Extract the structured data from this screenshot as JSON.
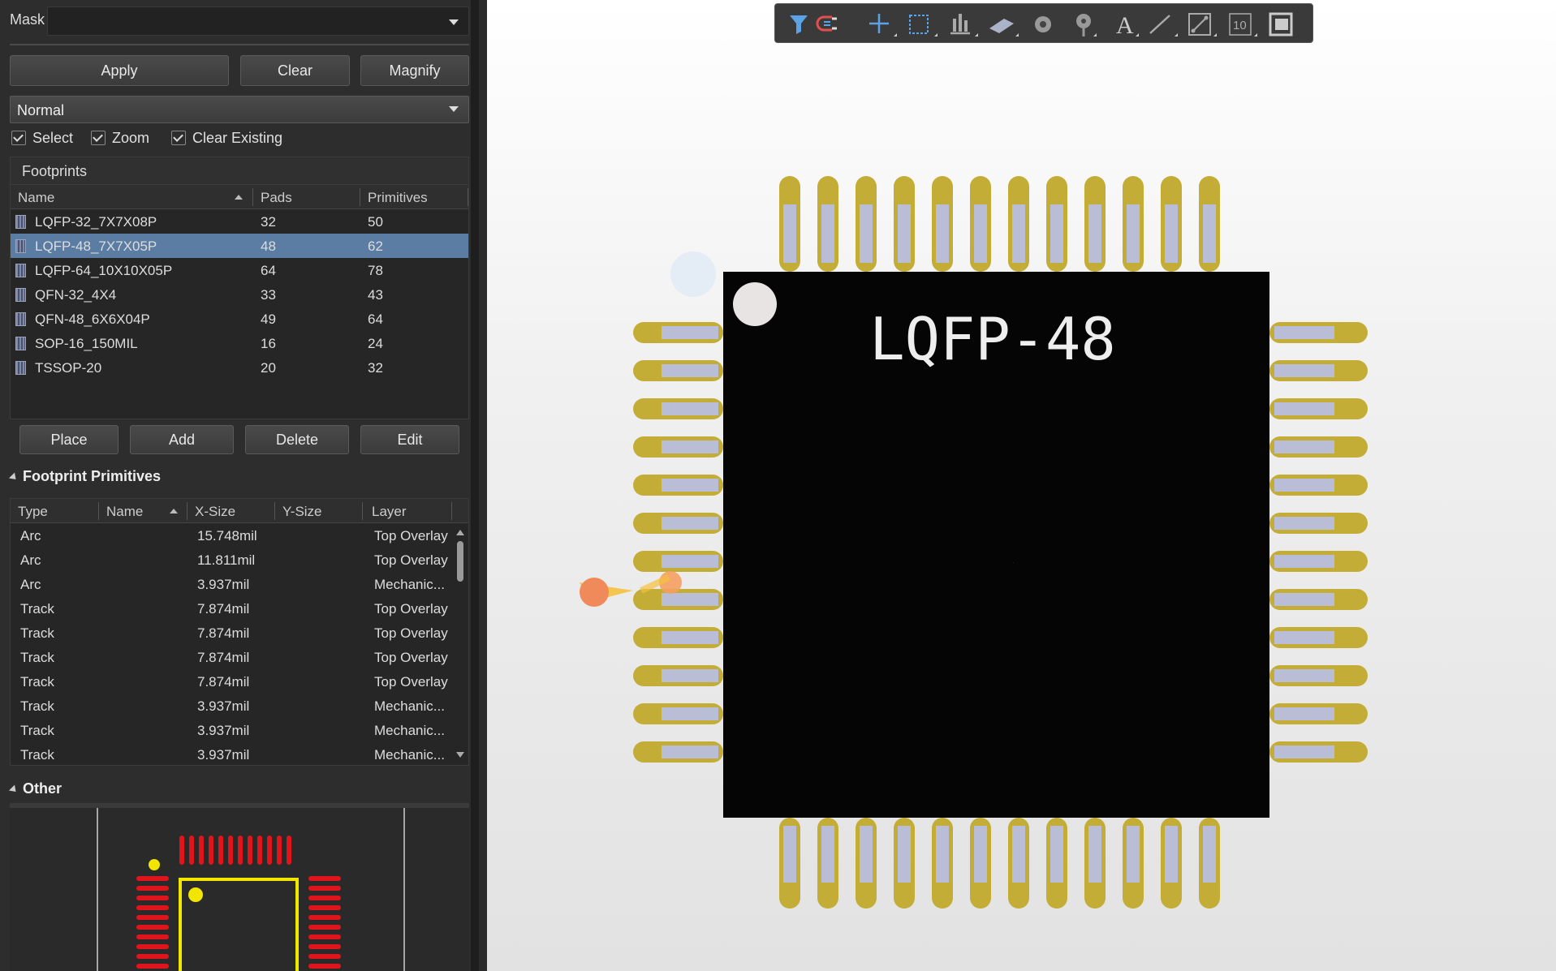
{
  "mask": {
    "label": "Mask",
    "value": ""
  },
  "actions": {
    "apply": "Apply",
    "clear": "Clear",
    "magnify": "Magnify"
  },
  "mode": {
    "selected": "Normal"
  },
  "options": {
    "select": "Select",
    "zoom": "Zoom",
    "clear_existing": "Clear Existing"
  },
  "footprints": {
    "title": "Footprints",
    "columns": {
      "name": "Name",
      "pads": "Pads",
      "primitives": "Primitives"
    },
    "rows": [
      {
        "name": "LQFP-32_7X7X08P",
        "pads": "32",
        "primitives": "50"
      },
      {
        "name": "LQFP-48_7X7X05P",
        "pads": "48",
        "primitives": "62"
      },
      {
        "name": "LQFP-64_10X10X05P",
        "pads": "64",
        "primitives": "78"
      },
      {
        "name": "QFN-32_4X4",
        "pads": "33",
        "primitives": "43"
      },
      {
        "name": "QFN-48_6X6X04P",
        "pads": "49",
        "primitives": "64"
      },
      {
        "name": "SOP-16_150MIL",
        "pads": "16",
        "primitives": "24"
      },
      {
        "name": "TSSOP-20",
        "pads": "20",
        "primitives": "32"
      }
    ],
    "buttons": {
      "place": "Place",
      "add": "Add",
      "delete": "Delete",
      "edit": "Edit"
    }
  },
  "primitives": {
    "title": "Footprint Primitives",
    "columns": {
      "type": "Type",
      "name": "Name",
      "xsize": "X-Size",
      "ysize": "Y-Size",
      "layer": "Layer"
    },
    "rows": [
      {
        "type": "Arc",
        "name": "",
        "xsize": "15.748mil",
        "ysize": "",
        "layer": "Top Overlay"
      },
      {
        "type": "Arc",
        "name": "",
        "xsize": "11.811mil",
        "ysize": "",
        "layer": "Top Overlay"
      },
      {
        "type": "Arc",
        "name": "",
        "xsize": "3.937mil",
        "ysize": "",
        "layer": "Mechanic..."
      },
      {
        "type": "Track",
        "name": "",
        "xsize": "7.874mil",
        "ysize": "",
        "layer": "Top Overlay"
      },
      {
        "type": "Track",
        "name": "",
        "xsize": "7.874mil",
        "ysize": "",
        "layer": "Top Overlay"
      },
      {
        "type": "Track",
        "name": "",
        "xsize": "7.874mil",
        "ysize": "",
        "layer": "Top Overlay"
      },
      {
        "type": "Track",
        "name": "",
        "xsize": "7.874mil",
        "ysize": "",
        "layer": "Top Overlay"
      },
      {
        "type": "Track",
        "name": "",
        "xsize": "3.937mil",
        "ysize": "",
        "layer": "Mechanic..."
      },
      {
        "type": "Track",
        "name": "",
        "xsize": "3.937mil",
        "ysize": "",
        "layer": "Mechanic..."
      },
      {
        "type": "Track",
        "name": "",
        "xsize": "3.937mil",
        "ysize": "",
        "layer": "Mechanic..."
      }
    ]
  },
  "other": {
    "title": "Other"
  },
  "canvas": {
    "chip_label": "LQFP-48",
    "pins_per_side": 12,
    "colors": {
      "body": "#050505",
      "pad": "#c3ad36",
      "lead": "#b9bdd6",
      "background": "#f2f2f2"
    }
  },
  "toolbar": {
    "icons": [
      "filter-icon",
      "interactive-routing-icon",
      "move-icon",
      "select-region-icon",
      "align-icon",
      "component-icon",
      "pad-icon",
      "via-icon",
      "text-icon",
      "line-icon",
      "dimension-icon",
      "designator-icon",
      "board-outline-icon"
    ],
    "designator_text": "10"
  }
}
